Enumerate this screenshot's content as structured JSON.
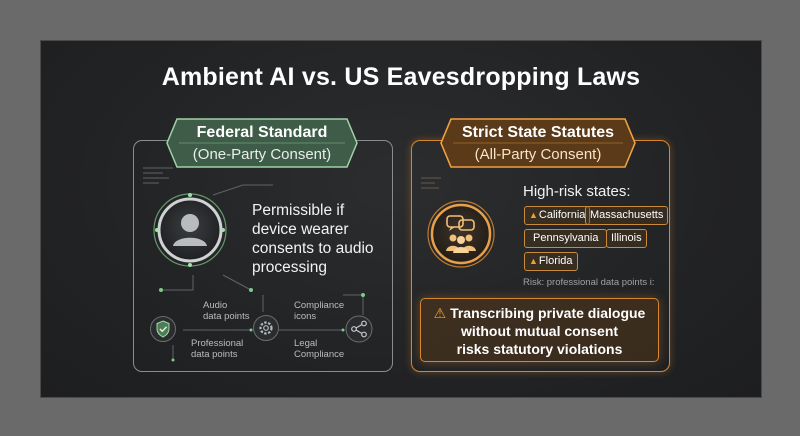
{
  "title": "Ambient AI vs. US Eavesdropping Laws",
  "federal": {
    "title": "Federal Standard",
    "subtitle": "(One-Party Consent)",
    "description_lines": [
      "Permissible if",
      "device wearer",
      "consents to audio",
      "processing"
    ],
    "nodes": {
      "audio": [
        "Audio",
        "data points"
      ],
      "compliance_icons": [
        "Compliance",
        "icons"
      ],
      "professional": [
        "Professional",
        "data points"
      ],
      "legal": [
        "Legal",
        "Compliance"
      ]
    }
  },
  "state": {
    "title": "Strict State Statutes",
    "subtitle": "(All-Party Consent)",
    "high_risk_label": "High-risk states:",
    "states": [
      "California",
      "Massachusetts",
      "Pennsylvania",
      "Illinois",
      "Florida"
    ],
    "risk_note": "Risk: professional  data points i:",
    "warning_lines": [
      "Transcribing private dialogue",
      "without mutual consent",
      "risks statutory violations"
    ]
  },
  "colors": {
    "green": "#7fc98a",
    "orange": "#e58f2e",
    "bg": "#232426"
  },
  "icons": [
    "user-avatar-icon",
    "shield-check-icon",
    "gear-icon",
    "share-network-icon",
    "chat-group-icon",
    "warning-icon"
  ]
}
